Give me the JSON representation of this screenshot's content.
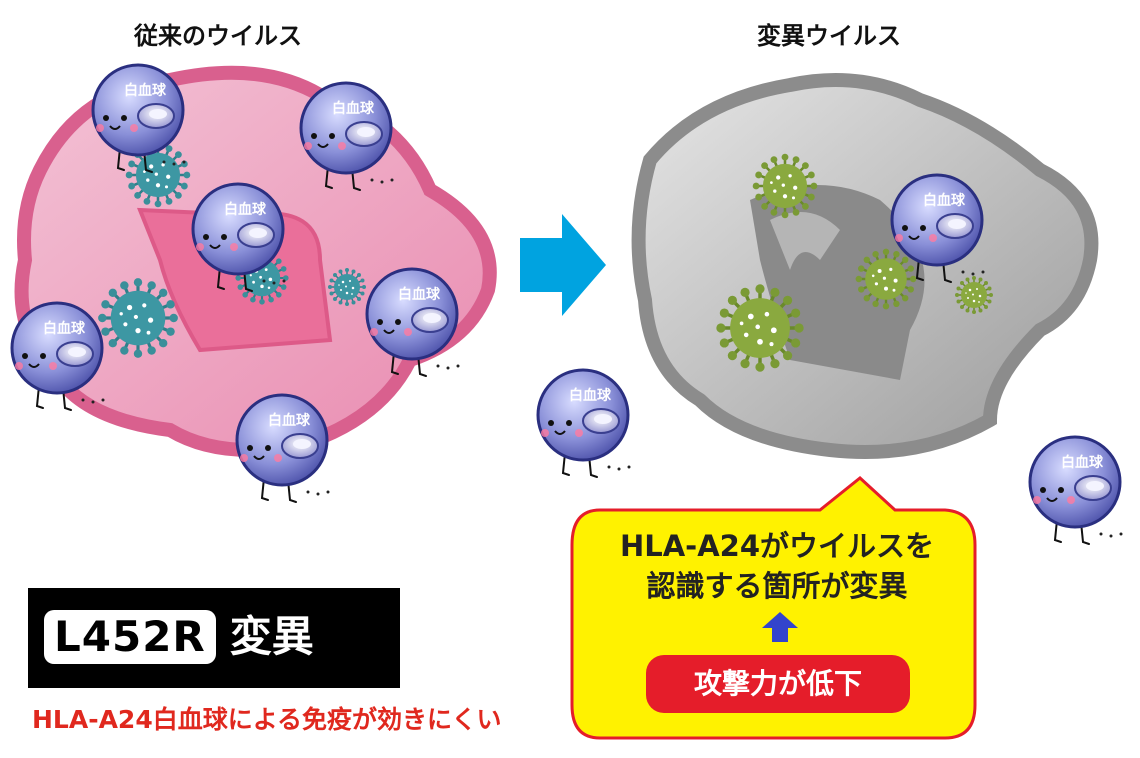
{
  "headings": {
    "conventional": "従来のウイルス",
    "variant": "変異ウイルス"
  },
  "wbc_label": "白血球",
  "mutation": {
    "code": "L452R",
    "label": "変異"
  },
  "caption": "HLA-A24白血球による免疫が効きにくい",
  "callout": {
    "line1": "HLA-A24がウイルスを",
    "line2": "認識する箇所が変異",
    "effect": "攻撃力が低下"
  },
  "colors": {
    "caption_red": "#e0281e",
    "arrow_blue": "#00a3e0",
    "callout_yellow": "#fff200",
    "callout_border": "#e51d2a",
    "pill_red": "#e51d2a",
    "up_arrow": "#3344cc"
  }
}
